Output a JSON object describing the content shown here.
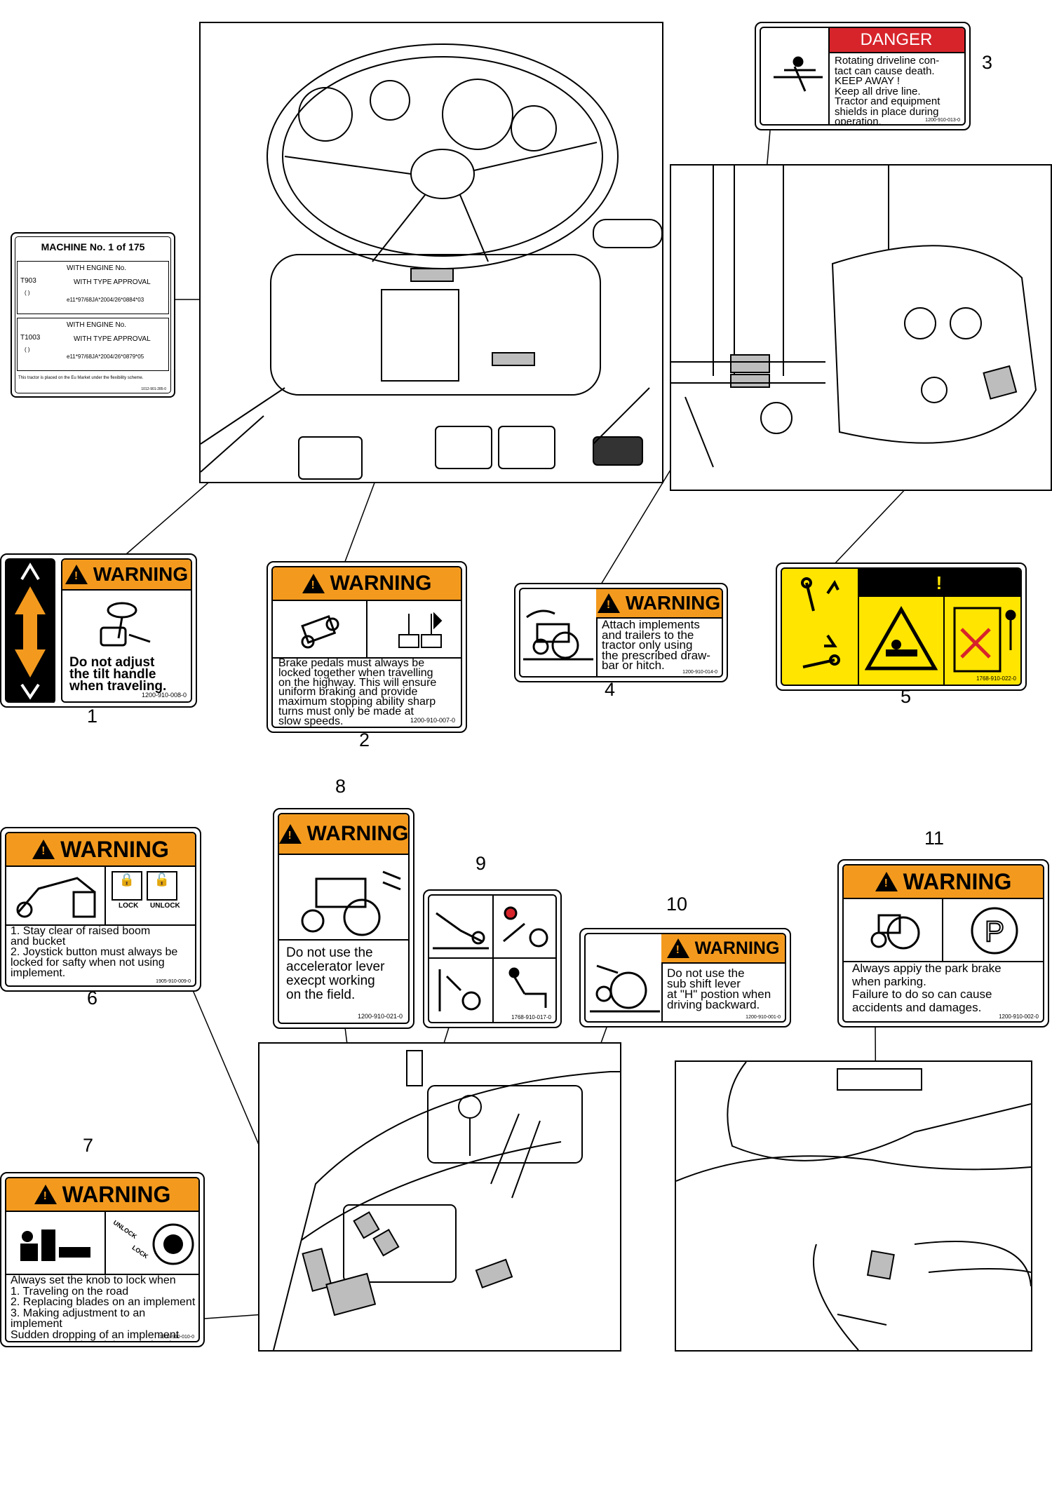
{
  "machine_plate": {
    "title": "MACHINE No. 1 of 175",
    "rows": [
      {
        "model": "T903",
        "sub": "( )",
        "line1": "WITH ENGINE No.",
        "line2": "WITH TYPE APPROVAL",
        "approval": "e11*97/68JA*2004/26*0884*03"
      },
      {
        "model": "T1003",
        "sub": "( )",
        "line1": "WITH ENGINE No.",
        "line2": "WITH TYPE APPROVAL",
        "approval": "e11*97/68JA*2004/26*0879*05"
      }
    ],
    "footer": "This tractor is placed on the Eu Market under the flexibility scheme.",
    "code": "1012-901-285-0"
  },
  "labels": {
    "l1": {
      "number": "1",
      "header": "WARNING",
      "text": "Do not adjust\nthe tilt handle\nwhen traveling.",
      "code": "1200-910-008-0"
    },
    "l2": {
      "number": "2",
      "header": "WARNING",
      "text": "Brake pedals must always be\nlocked together when travelling\non the highway. This will ensure\nuniform braking and provide\nmaximum stopping ability sharp\nturns must only be made at\nslow speeds.",
      "code": "1200-910-007-0"
    },
    "l3": {
      "number": "3",
      "header": "DANGER",
      "text": "Rotating driveline  con-\ntact can cause death.\nKEEP AWAY !\nKeep all drive line.\nTractor and equipment\nshields in place during\noperation.",
      "code": "1200-910-013-0"
    },
    "l4": {
      "number": "4",
      "header": "WARNING",
      "text": "Attach implements\nand trailers to the\ntractor only using\nthe prescribed draw-\nbar or hitch.",
      "code": "1200-910-014-0"
    },
    "l5": {
      "number": "5",
      "header": "!",
      "code": "1768-910-022-0"
    },
    "l6": {
      "number": "6",
      "header": "WARNING",
      "lock": "LOCK",
      "unlock": "UNLOCK",
      "text": "1. Stay clear of raised boom\n    and bucket\n2. Joystick button must always be\n    locked for safty when not using\n    implement.",
      "code": "1905-910-009-0"
    },
    "l7": {
      "number": "7",
      "header": "WARNING",
      "unlock": "UNLOCK",
      "lock": "LOCK",
      "text": "Always set the knob to lock when\n1. Traveling on the road\n2. Replacing blades on an implement\n3. Making adjustment to an implement\n    Sudden dropping of an implement\n    can cause serious injury or death",
      "code": "1905-910-010-0"
    },
    "l8": {
      "number": "8",
      "header": "WARNING",
      "text": "Do not use the\naccelerator lever\nexecpt working\non the field.",
      "code": "1200-910-021-0"
    },
    "l9": {
      "number": "9",
      "code": "1768-910-017-0"
    },
    "l10": {
      "number": "10",
      "header": "WARNING",
      "text": "Do not use the\nsub shift lever\nat \"H\" postion when\ndriving backward.",
      "code": "1200-910-001-0"
    },
    "l11": {
      "number": "11",
      "header": "WARNING",
      "text": "Always appiy the park  brake\nwhen parking.\nFailure to do so can cause\naccidents and damages.",
      "code": "1200-910-002-0"
    }
  },
  "colors": {
    "warning": "#f39a1e",
    "danger": "#d7242b",
    "caution_yellow": "#ffe500",
    "decal_gray": "#bdbdbd"
  },
  "icons": [
    "steering-wheel-icon",
    "tractor-icon",
    "pedal-icon",
    "driveline-icon",
    "lock-icon",
    "unlock-icon",
    "parking-brake-icon",
    "crush-hazard-icon"
  ]
}
